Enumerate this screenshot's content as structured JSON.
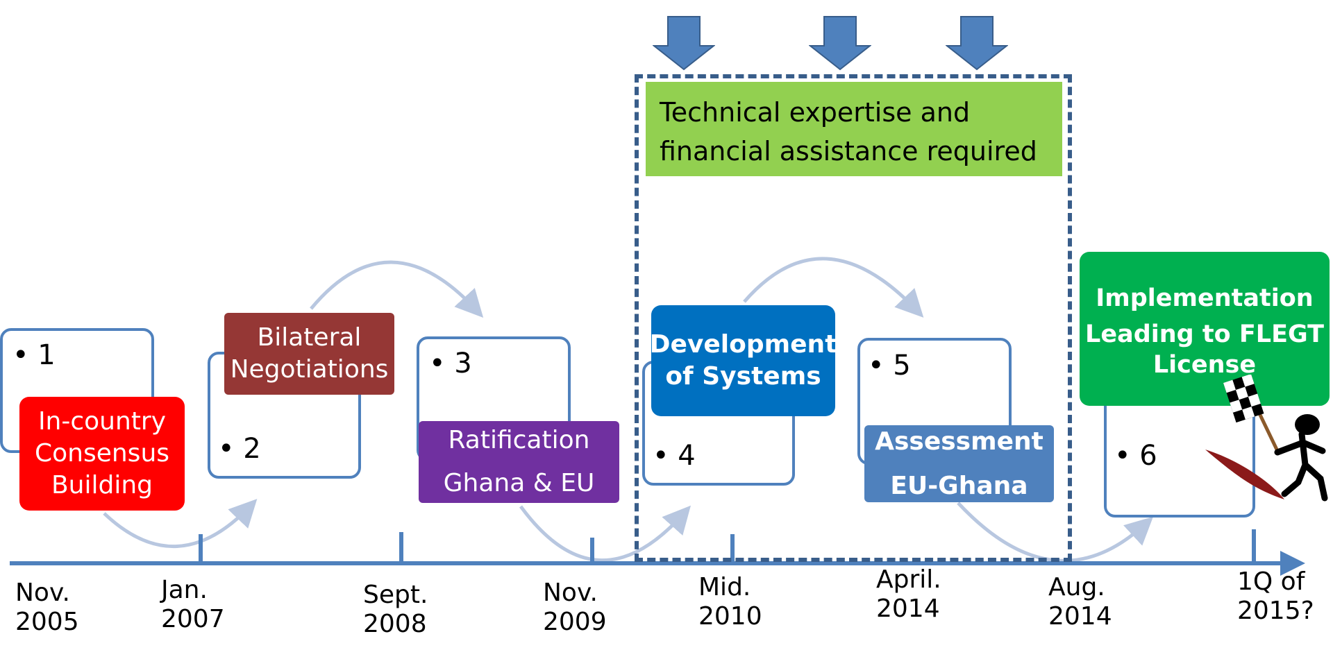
{
  "timeline": {
    "dates": [
      {
        "line1": "Nov.",
        "line2": "2005"
      },
      {
        "line1": "Jan.",
        "line2": "2007"
      },
      {
        "line1": "Sept.",
        "line2": "2008"
      },
      {
        "line1": "Nov.",
        "line2": "2009"
      },
      {
        "line1": "Mid.",
        "line2": "2010"
      },
      {
        "line1": "April.",
        "line2": "2014"
      },
      {
        "line1": "Aug.",
        "line2": "2014"
      },
      {
        "line1": "1Q of",
        "line2": "2015?"
      }
    ]
  },
  "steps": [
    {
      "bullet": "• 1",
      "lines": [
        "In-country",
        "Consensus",
        "Building"
      ],
      "color": "#ff0000"
    },
    {
      "bullet": "• 2",
      "lines": [
        "Bilateral",
        "Negotiations"
      ],
      "color": "#953735"
    },
    {
      "bullet": "• 3",
      "lines": [
        "Ratification",
        "Ghana & EU"
      ],
      "color": "#7030a0"
    },
    {
      "bullet": "• 4",
      "lines": [
        "Development",
        "of Systems"
      ],
      "color": "#0070c0"
    },
    {
      "bullet": "• 5",
      "lines": [
        "Assessment",
        "EU-Ghana"
      ],
      "color": "#4f81bd"
    },
    {
      "bullet": "• 6",
      "lines": [
        "Implementation",
        "Leading to FLEGT",
        "License"
      ],
      "color": "#00b050"
    }
  ],
  "callout": {
    "line1": "Technical expertise and",
    "line2": "financial assistance required",
    "color": "#92d050"
  },
  "colors": {
    "axis": "#4f81bd",
    "outline": "#4f81bd",
    "flow_arrow": "#b8c7e0",
    "dashed_box": "#385d8a",
    "down_arrow": "#4f81bd"
  },
  "icons": {
    "down_arrows": "down-arrow-icon",
    "finish": "finish-flag-runner-icon"
  }
}
